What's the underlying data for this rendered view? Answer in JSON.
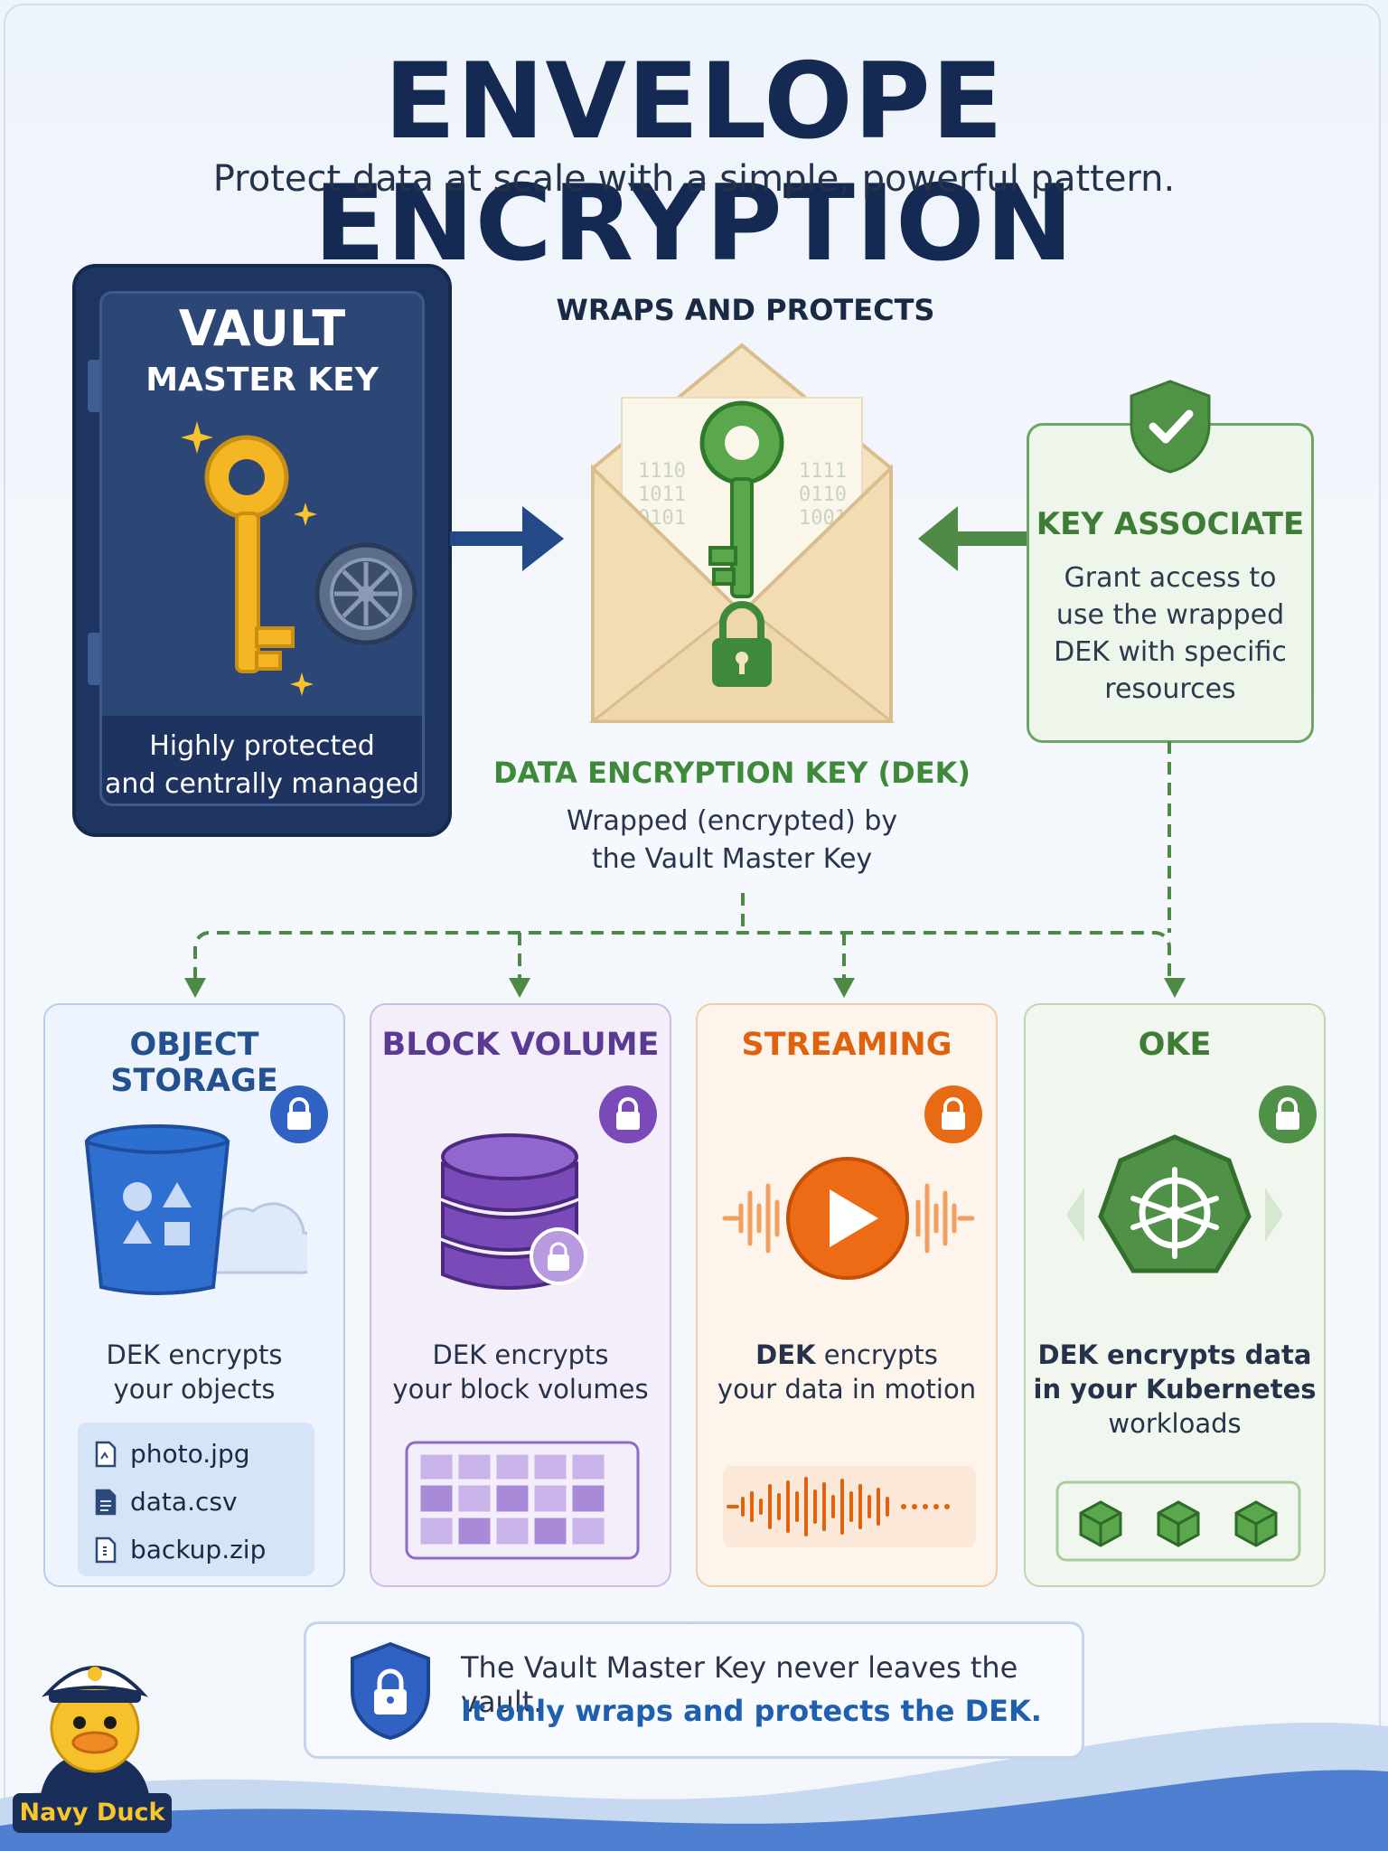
{
  "header": {
    "title": "ENVELOPE ENCRYPTION",
    "subtitle": "Protect data at scale with a simple, powerful pattern."
  },
  "vault": {
    "title": "VAULT",
    "subtitle": "MASTER KEY",
    "description_line1": "Highly protected",
    "description_line2": "and centrally managed"
  },
  "envelope": {
    "heading": "WRAPS AND PROTECTS",
    "dek_title": "DATA ENCRYPTION KEY (DEK)",
    "dek_desc_line1": "Wrapped (encrypted) by",
    "dek_desc_line2": "the Vault Master Key"
  },
  "key_associate": {
    "title": "KEY ASSOCIATE",
    "desc_line1": "Grant access to",
    "desc_line2": "use the wrapped",
    "desc_line3": "DEK with specific",
    "desc_line4": "resources"
  },
  "services": [
    {
      "title": "OBJECT STORAGE",
      "desc_line1": "DEK encrypts",
      "desc_line2": "your objects",
      "files": [
        "photo.jpg",
        "data.csv",
        "backup.zip"
      ]
    },
    {
      "title": "BLOCK VOLUME",
      "desc_line1": "DEK encrypts",
      "desc_line2": "your block volumes"
    },
    {
      "title": "STREAMING",
      "desc_bold": "DEK",
      "desc_line1_rest": " encrypts",
      "desc_line2": "your data in motion"
    },
    {
      "title": "OKE",
      "desc_line1": "DEK encrypts data",
      "desc_line2": "in your Kubernetes",
      "desc_line3": "workloads"
    }
  ],
  "note": {
    "line1": "The Vault Master Key never leaves the vault.",
    "line2": "It only wraps and protects the DEK."
  },
  "mascot": {
    "label": "Navy Duck"
  },
  "colors": {
    "navy": "#1f3561",
    "green": "#3f8a3a",
    "blue": "#2f62c2",
    "purple": "#7a4bb8",
    "orange": "#e76a14",
    "kube_green": "#4e9147"
  }
}
